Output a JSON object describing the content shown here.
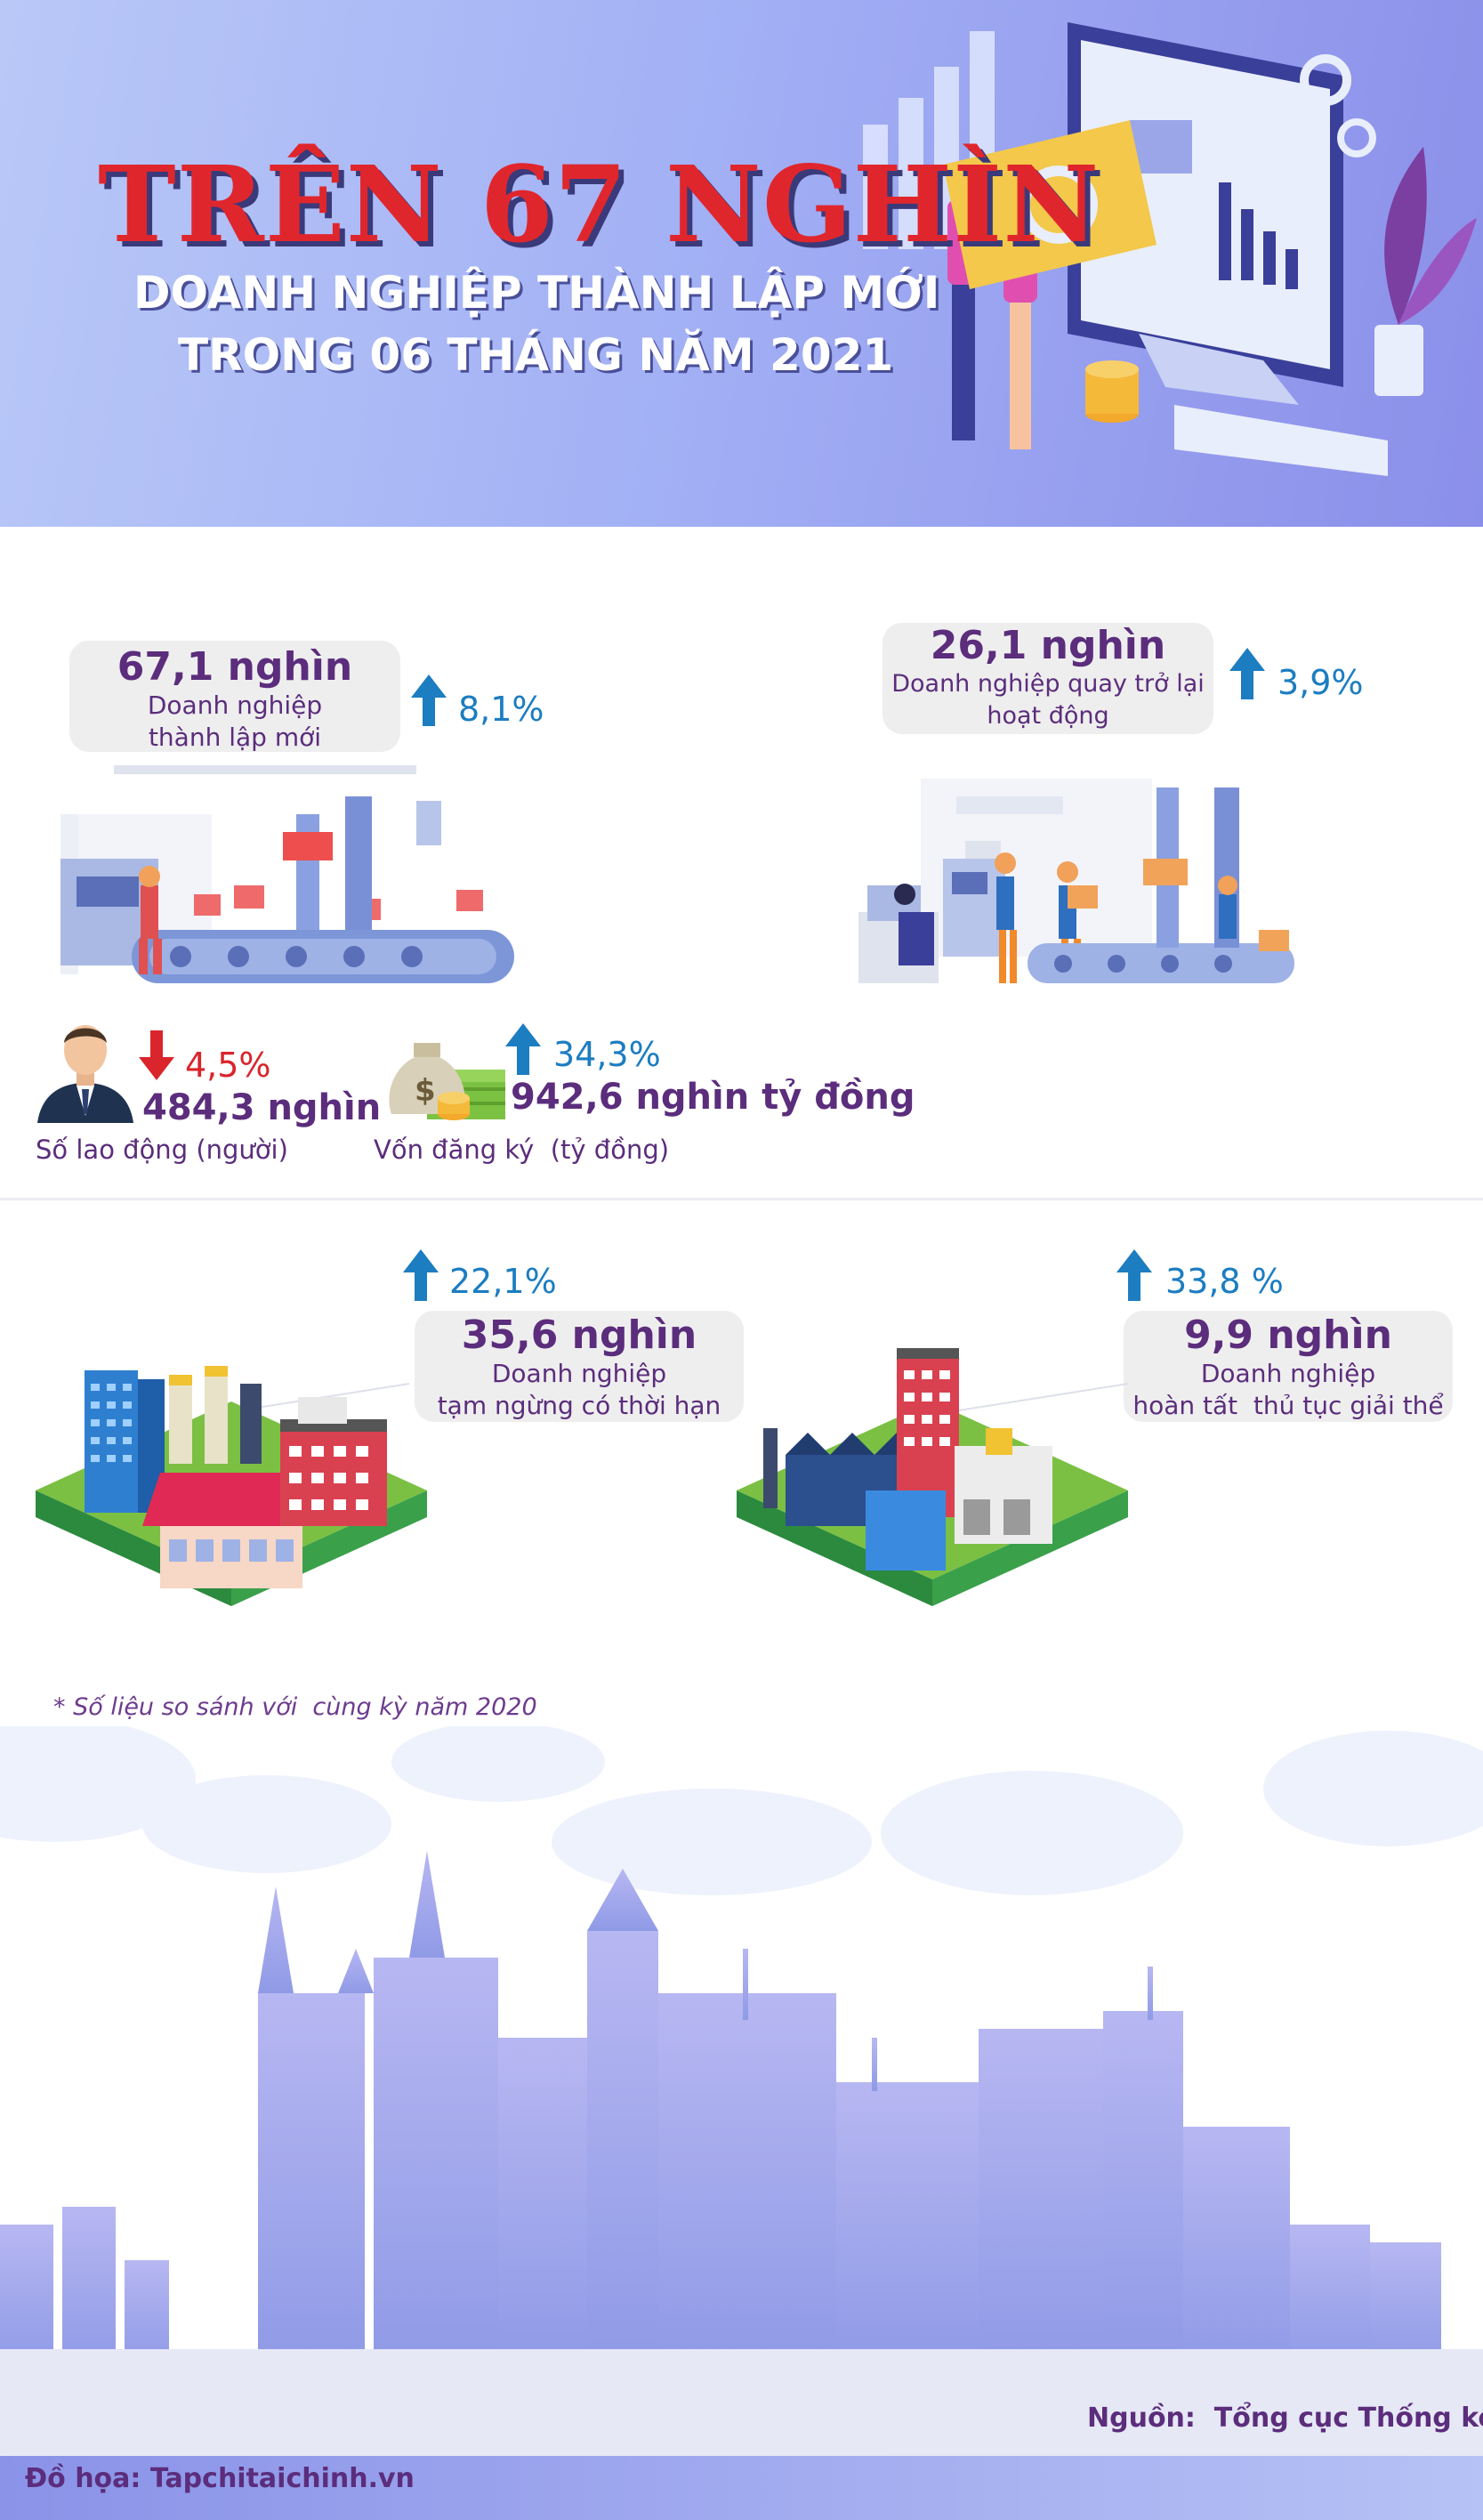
{
  "header": {
    "title_main": "TRÊN 67 NGHÌN",
    "title_line1": "DOANH NGHIỆP THÀNH LẬP MỚI",
    "title_line2": "TRONG 06 THÁNG NĂM 2021"
  },
  "stats": {
    "new_firms": {
      "value": "67,1 nghìn",
      "label_line1": "Doanh nghiệp",
      "label_line2": "thành lập mới",
      "change": "8,1%",
      "direction": "up"
    },
    "returning_firms": {
      "value": "26,1 nghìn",
      "label_line1": "Doanh nghiệp quay trở lại",
      "label_line2": "hoạt động",
      "change": "3,9%",
      "direction": "up"
    },
    "workers": {
      "value": "484,3 nghìn",
      "label": "Số lao động (người)",
      "change": "4,5%",
      "direction": "down"
    },
    "capital": {
      "value": "942,6 nghìn tỷ đồng",
      "label": "Vốn đăng ký  (tỷ đồng)",
      "change": "34,3%",
      "direction": "up"
    },
    "suspended": {
      "value": "35,6 nghìn",
      "label_line1": "Doanh nghiệp",
      "label_line2": "tạm ngừng có thời hạn",
      "change": "22,1%",
      "direction": "up"
    },
    "dissolved": {
      "value": "9,9 nghìn",
      "label_line1": "Doanh nghiệp",
      "label_line2": "hoàn tất  thủ tục giải thể",
      "change": "33,8 %",
      "direction": "up"
    }
  },
  "note": "* Số liệu so sánh với  cùng kỳ năm 2020",
  "footer": {
    "source": "Nguồn:  Tổng cục Thống kê",
    "credit": "Đồ họa: Tapchitaichinh.vn"
  },
  "colors": {
    "title_red": "#e0262d",
    "accent_purple": "#5b2d7c",
    "up_blue": "#1c7dc1",
    "down_red": "#d9252b"
  },
  "icons": [
    "arrow-up-icon",
    "arrow-down-icon",
    "worker-avatar-icon",
    "money-bag-icon",
    "factory-illustration",
    "office-illustration",
    "computer-illustration"
  ]
}
